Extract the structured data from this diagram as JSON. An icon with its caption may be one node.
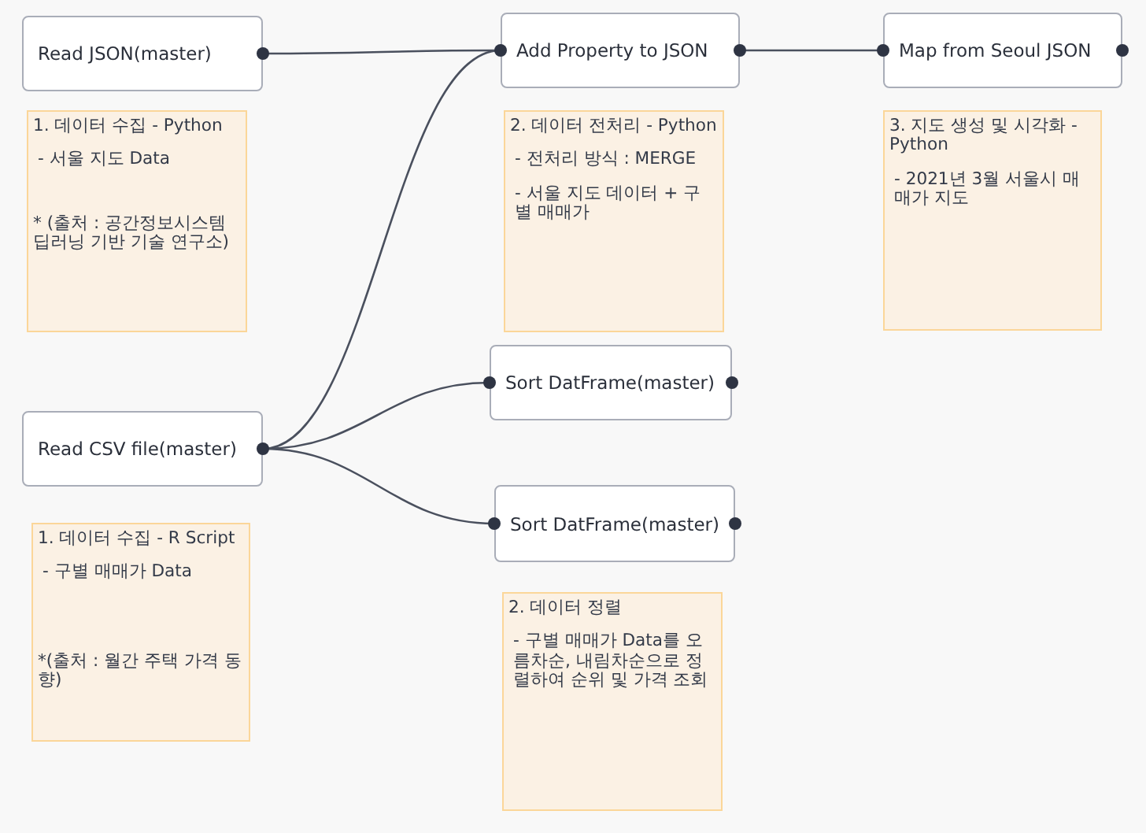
{
  "diagram": {
    "nodes": [
      {
        "text": [
          "Read JSON(master)"
        ]
      },
      {
        "text": [
          "Add Property to JSON"
        ]
      },
      {
        "text": [
          "Map from Seoul JSON"
        ]
      },
      {
        "text": [
          "Read CSV file(master)"
        ]
      },
      {
        "text": [
          "Sort DatFrame(master)"
        ]
      },
      {
        "text": [
          "Sort DatFrame(master)"
        ]
      },
      {
        "text": [
          "1. 데이터 수집 - Python",
          "- 서울 지도  Data",
          "* (출처 : 공간정보시스템 딥러닝 기반 기술 연구소)"
        ]
      },
      {
        "text": [
          "2. 데이터 전처리 - Python",
          "- 전처리 방식 : MERGE",
          "- 서울 지도 데이터 + 구별 매매가"
        ]
      },
      {
        "text": [
          "3.  지도 생성 및 시각화 - Python",
          "- 2021년 3월 서울시 매매가 지도"
        ]
      },
      {
        "text": [
          "1. 데이터 수집 - R Script",
          "- 구별 매매가 Data",
          "*(출처 : 월간 주택 가격 동향)"
        ]
      },
      {
        "text": [
          "2. 데이터 정렬",
          "- 구별 매매가 Data를 오름차순, 내림차순으로 정렬하여 순위 및 가격 조회"
        ]
      }
    ],
    "edges": [
      {
        "from": 0,
        "to": 1,
        "arrow": "none"
      },
      {
        "from": 1,
        "to": 2,
        "arrow": "none"
      },
      {
        "from": 3,
        "to": 1,
        "arrow": "none"
      },
      {
        "from": 3,
        "to": 4,
        "arrow": "none"
      },
      {
        "from": 3,
        "to": 5,
        "arrow": "none"
      }
    ]
  }
}
